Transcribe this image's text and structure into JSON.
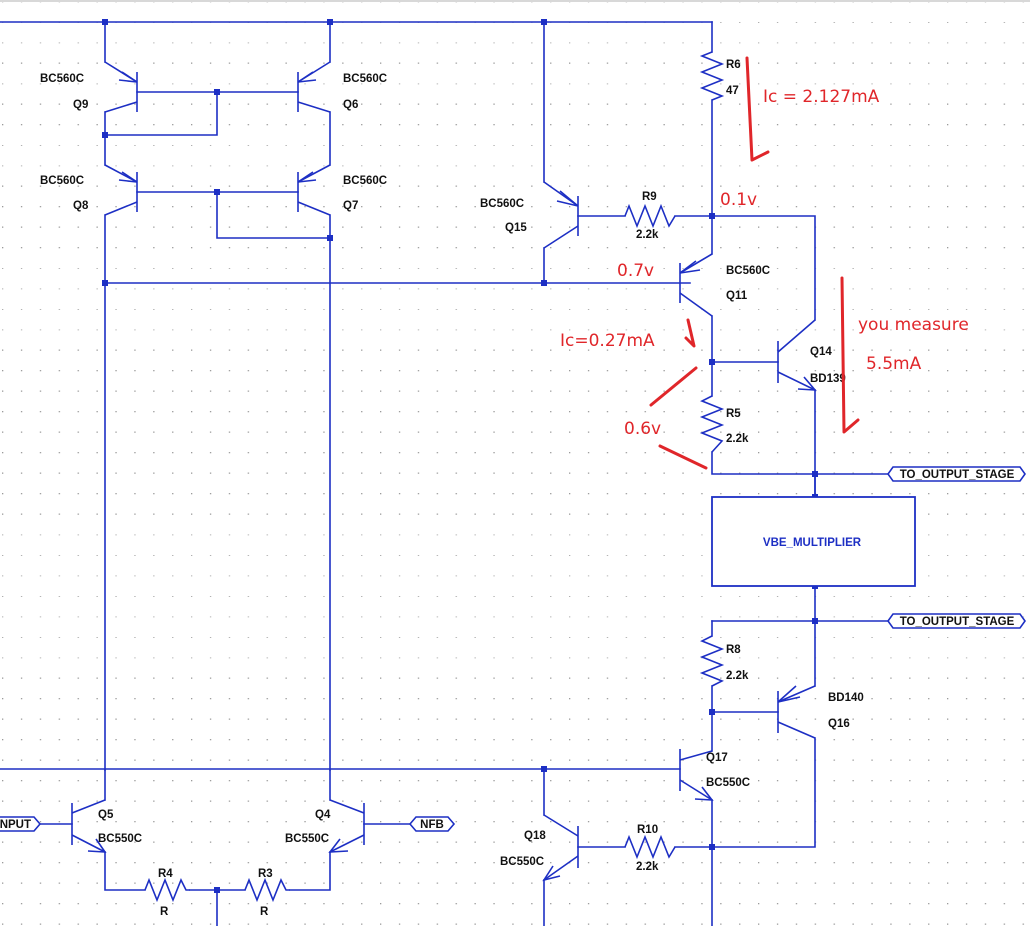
{
  "colors": {
    "wire": "#1d2fc4",
    "annotation": "#e0262a",
    "grid": "#9a9a9a",
    "background": "#ffffff"
  },
  "components": {
    "Q9": {
      "ref": "Q9",
      "part": "BC560C"
    },
    "Q6": {
      "ref": "Q6",
      "part": "BC560C"
    },
    "Q8": {
      "ref": "Q8",
      "part": "BC560C"
    },
    "Q7": {
      "ref": "Q7",
      "part": "BC560C"
    },
    "Q15": {
      "ref": "Q15",
      "part": "BC560C"
    },
    "Q11": {
      "ref": "Q11",
      "part": "BC560C"
    },
    "Q14": {
      "ref": "Q14",
      "part": "BD139"
    },
    "Q16": {
      "ref": "Q16",
      "part": "BD140"
    },
    "Q17": {
      "ref": "Q17",
      "part": "BC550C"
    },
    "Q18": {
      "ref": "Q18",
      "part": "BC550C"
    },
    "Q5": {
      "ref": "Q5",
      "part": "BC550C"
    },
    "Q4": {
      "ref": "Q4",
      "part": "BC550C"
    },
    "R6": {
      "ref": "R6",
      "value": "47"
    },
    "R9": {
      "ref": "R9",
      "value": "2.2k"
    },
    "R5": {
      "ref": "R5",
      "value": "2.2k"
    },
    "R8": {
      "ref": "R8",
      "value": "2.2k"
    },
    "R10": {
      "ref": "R10",
      "value": "2.2k"
    },
    "R4": {
      "ref": "R4",
      "value": "R"
    },
    "R3": {
      "ref": "R3",
      "value": "R"
    }
  },
  "blocks": {
    "vbe": "VBE_MULTIPLIER"
  },
  "ports": {
    "out_top": "TO_OUTPUT_STAGE",
    "out_bottom": "TO_OUTPUT_STAGE",
    "input": "INPUT",
    "nfb": "NFB"
  },
  "annotations": {
    "ic_r6": "Ic = 2.127mA",
    "v_top": "0.1v",
    "v_base": "0.7v",
    "ic_q11": "Ic=0.27mA",
    "you_measure": "you measure",
    "measured_current": "5.5mA",
    "v_r5": "0.6v"
  }
}
